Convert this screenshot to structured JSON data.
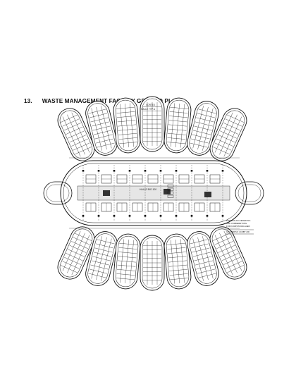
{
  "heading": {
    "number": "13.",
    "title": "WASTE MANAGEMENT FACILITY GROUND PLAN"
  },
  "plan": {
    "label_top": [
      "VORTEX",
      "HALLE TYP A"
    ],
    "label_center": "HALLE BIO 100",
    "title_block": {
      "lines": [
        "MATERIALAN LIEFERUNG",
        "UND VORBEREITUNG",
        "FÜR KOMPOSTANLAGEN"
      ],
      "scale_label": "GRUNDRISS 1:100",
      "sheet_number": "BT 200"
    }
  },
  "colors": {
    "ink": "#111111",
    "background": "#ffffff",
    "light_fill": "#e6e6e6"
  }
}
